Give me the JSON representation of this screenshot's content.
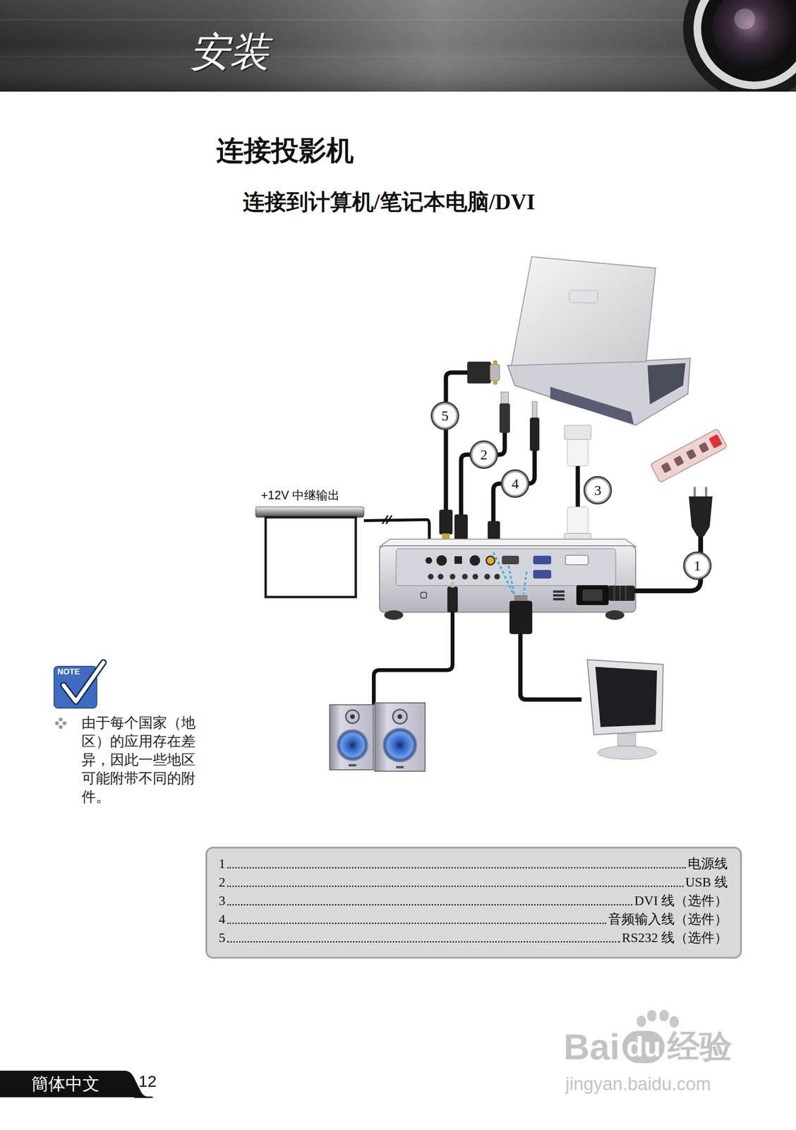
{
  "diagram": {
    "title": "连接投影机",
    "nodes": [
      {
        "text": [
          "5"
        ]
      },
      {
        "text": [
          "2"
        ]
      },
      {
        "text": [
          "4"
        ]
      },
      {
        "text": [
          "3"
        ]
      },
      {
        "text": [
          "1"
        ]
      },
      {
        "text": [
          "1",
          "电源线",
          "2",
          "USB 线",
          "3",
          "DVI 线（选件）",
          "4",
          "音频输入线（选件）",
          "5",
          "RS232 线（选件）"
        ]
      }
    ],
    "labels": [
      "安装",
      "连接到计算机/笔记本电脑/DVI",
      "+12V 中继输出",
      "NOTE",
      "由于每个国家（地区）的应用存在差异，因此一些地区可能附带不同的附件。",
      "簡体中文",
      "12",
      "Bai",
      "du",
      "经验",
      "jingyan.baidu.com"
    ]
  }
}
